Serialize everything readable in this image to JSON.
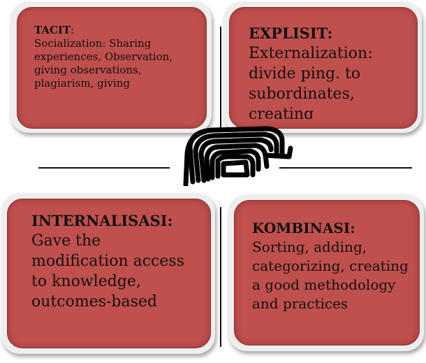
{
  "quadrants": {
    "tacit": {
      "title": "TACIT",
      "suffix": ":",
      "body": "Socialization: Sharing experiences, Observation, giving observations, plagiarism, giving"
    },
    "explisit": {
      "title": "EXPLISIT:",
      "body": "Externalization: divide ping. to subordinates, creating"
    },
    "internalisasi": {
      "title": "INTERNALISASI:",
      "body": "Gave the modification access to knowledge, outcomes-based"
    },
    "kombinasi": {
      "title": "KOMBINASI:",
      "body": "Sorting, adding, categorizing, creating a good methodology and practices"
    }
  },
  "colors": {
    "card_fill": "#c0504d",
    "card_border": "#8c2f2c",
    "frame": "#eeeeee",
    "lines": "#111111"
  },
  "center_icon": "scribble-icon"
}
